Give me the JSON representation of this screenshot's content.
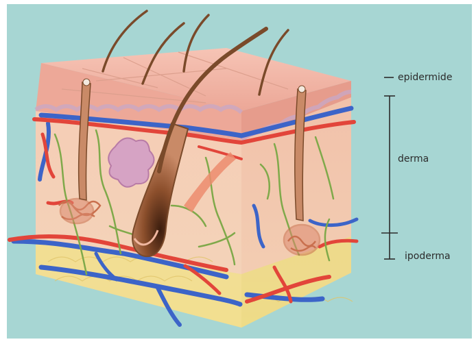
{
  "labels": {
    "epidermis": "epidermide",
    "dermis": "derma",
    "hypodermis": "ipoderma"
  },
  "colors": {
    "background": "#a7d6d3",
    "epidermis": "#f2b7a8",
    "dermis": "#f6d2b9",
    "hypodermis": "#f3df8a",
    "artery": "#e2453a",
    "vein": "#3c64c8",
    "nerve": "#7fa94a",
    "hair": "#7a4a2a"
  }
}
